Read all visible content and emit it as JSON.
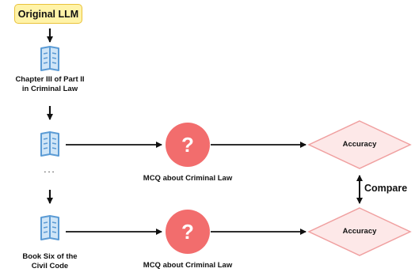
{
  "diagram": {
    "original_llm": "Original LLM",
    "chapter_label_line1": "Chapter III of Part II",
    "chapter_label_line2": "in Criminal Law",
    "ellipsis": "...",
    "book_label_line1": "Book Six of the",
    "book_label_line2": "Civil Code",
    "mcq_top": "MCQ about Criminal Law",
    "mcq_bottom": "MCQ about Criminal Law",
    "question_symbol": "?",
    "accuracy_top": "Accuracy",
    "accuracy_bottom": "Accuracy",
    "compare": "Compare"
  },
  "colors": {
    "llm_fill": "#fff3a8",
    "llm_border": "#e9c23a",
    "book_fill": "#cfe5f7",
    "book_stroke": "#5b9bd5",
    "question_circle": "#f26d6d",
    "diamond_fill": "#fde8e8",
    "diamond_stroke": "#f0a0a0",
    "arrow": "#111111"
  },
  "icons": [
    "book-icon",
    "question-icon"
  ]
}
